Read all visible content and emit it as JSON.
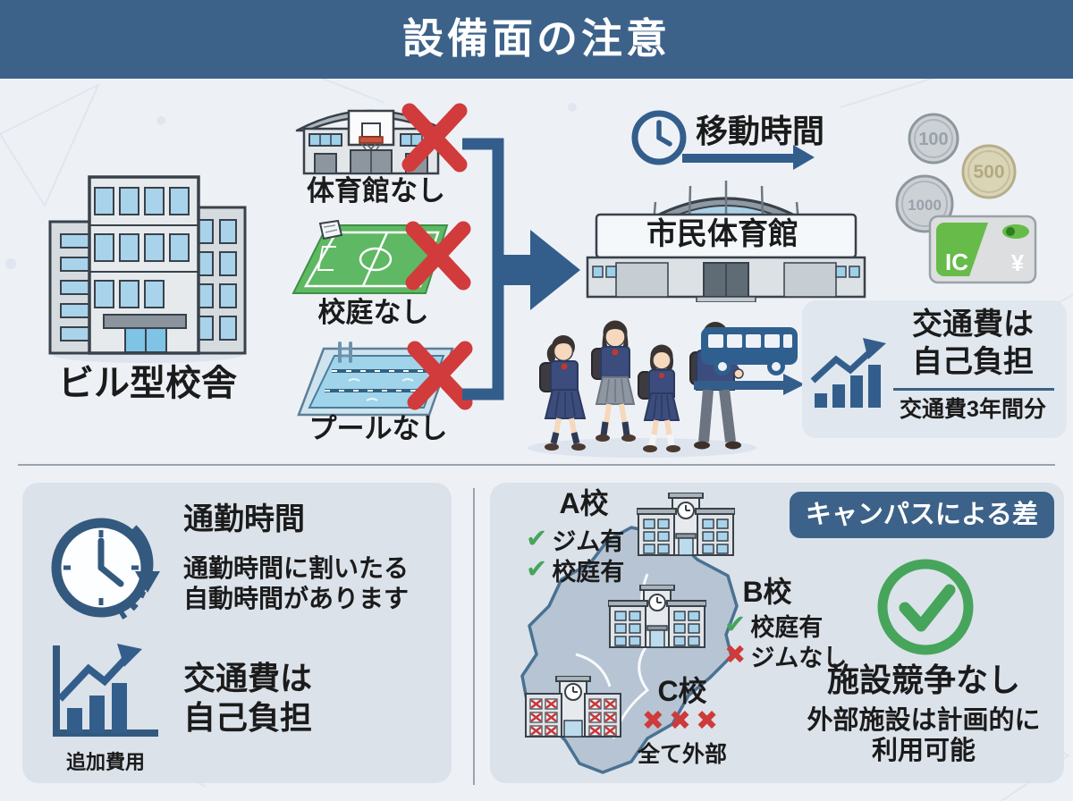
{
  "header": {
    "title": "設備面の注意"
  },
  "left": {
    "building_label": "ビル型校舎"
  },
  "missing": {
    "gym": "体育館なし",
    "field": "校庭なし",
    "pool": "プールなし"
  },
  "travel": {
    "time_label": "移動時間",
    "gym_name": "市民体育館"
  },
  "money": {
    "coin_100": "100",
    "coin_500": "500",
    "coin_1000": "1000",
    "ic_label": "IC",
    "yen": "¥"
  },
  "cost_card": {
    "line1": "交通費は",
    "line2": "自己負担",
    "note": "交通費3年間分"
  },
  "commute": {
    "title": "通勤時間",
    "desc1": "通勤時間に割いたる",
    "desc2": "自動時間があります"
  },
  "extra_cost": {
    "chart_label": "追加費用",
    "line1": "交通費は",
    "line2": "自己負担"
  },
  "campus": {
    "badge": "キャンパスによる差",
    "school_a": {
      "name": "A校",
      "item1": "ジム有",
      "item2": "校庭有"
    },
    "school_b": {
      "name": "B校",
      "item1": "校庭有",
      "item2": "ジムなし"
    },
    "school_c": {
      "name": "C校",
      "crosses": "✖✖✖",
      "note": "全て外部"
    },
    "result": {
      "title": "施設競争なし",
      "desc1": "外部施設は計画的に",
      "desc2": "利用可能"
    }
  },
  "icons": {
    "check": "✔",
    "cross": "✖"
  },
  "colors": {
    "accent_blue": "#3c6289",
    "arrow_blue": "#335e8c",
    "alert_red": "#d23b3b",
    "ok_green": "#46a55b",
    "card_bg": "#dbe2ea"
  }
}
